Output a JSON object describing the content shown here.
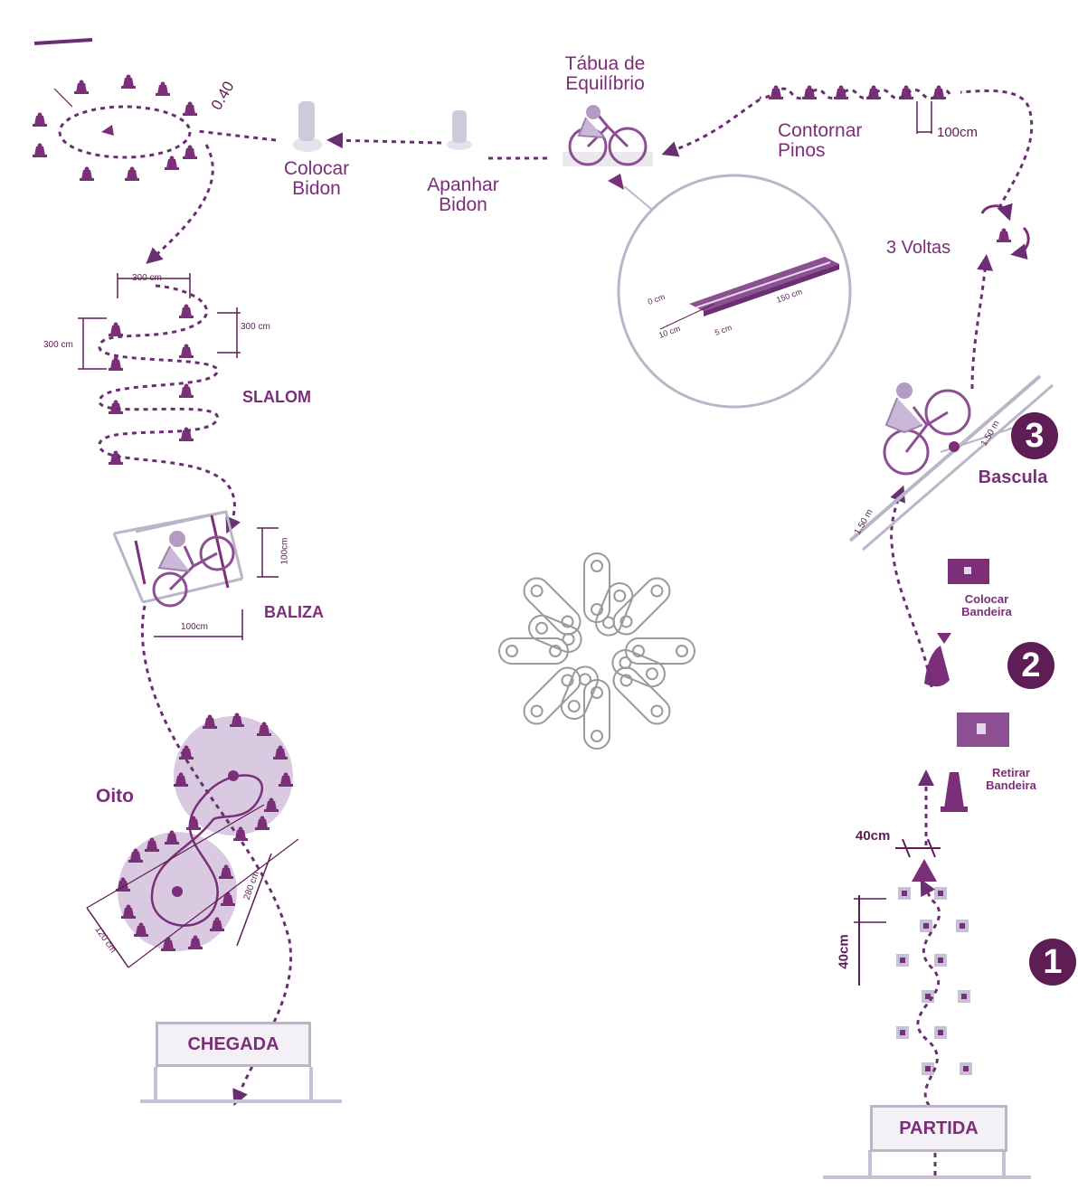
{
  "stations": {
    "partida": "PARTIDA",
    "chegada": "CHEGADA",
    "retirar_bandeira": [
      "Retirar",
      "Bandeira"
    ],
    "colocar_bandeira": [
      "Colocar",
      "Bandeira"
    ],
    "bascula": "Bascula",
    "tres_voltas": "3 Voltas",
    "contornar_pinos": [
      "Contornar",
      "Pinos"
    ],
    "tabua_equilibrio": [
      "Tábua de",
      "Equilíbrio"
    ],
    "apanhar_bidon": [
      "Apanhar",
      "Bidon"
    ],
    "colocar_bidon": [
      "Colocar",
      "Bidon"
    ],
    "slalom": "SLALOM",
    "baliza": "BALIZA",
    "oito": "Oito"
  },
  "numbers": [
    "1",
    "2",
    "3"
  ],
  "dimensions": {
    "gap_40cm_top": "40cm",
    "gap_40cm_side": "40cm",
    "pinos_spacing": "100cm",
    "circle_gap": "0.40",
    "slalom_top": "300 cm",
    "slalom_side_right": "300 cm",
    "slalom_side_left": "300 cm",
    "baliza_height": "100cm",
    "baliza_width": "100cm",
    "oito_width": "120 cm",
    "oito_length": "280 cm",
    "bascula_len": "1.50 m",
    "bascula_side": "1.50 m",
    "tabua_len": "150 cm",
    "tabua_w": "0 cm",
    "tabua_h": "10 cm",
    "tabua_gap": "5 cm"
  },
  "colors": {
    "primary": "#7a2f78",
    "dark": "#5e1d54",
    "light_area": "#c9b4d6",
    "path": "#6a2f72"
  },
  "icons": [
    "bicycle-rider-icon",
    "bottle-icon",
    "flag-icon",
    "cone-icon",
    "chain-logo-icon"
  ]
}
